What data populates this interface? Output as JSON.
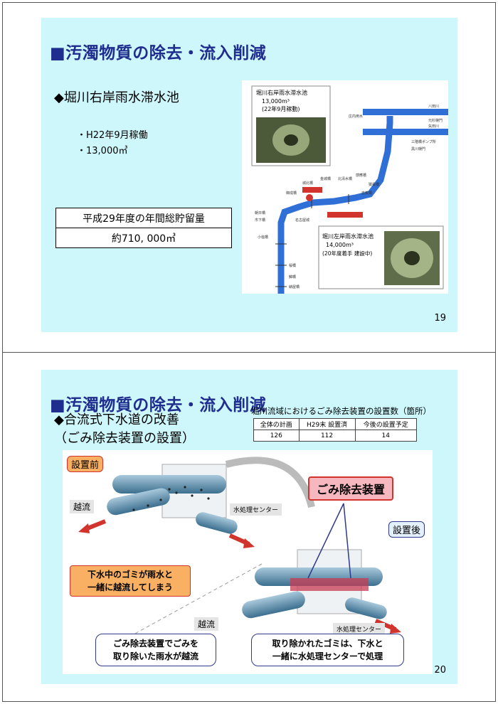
{
  "slide1": {
    "title": "■汚濁物質の除去・流入削減",
    "heading": "◆堀川右岸雨水滞水池",
    "bullets": [
      "・H22年9月稼働",
      "・13,000㎥"
    ],
    "table_header": "平成29年度の年間総貯留量",
    "table_value": "約710, 000㎥",
    "page_number": "19",
    "map": {
      "right_pond_name": "堀川右岸雨水滞水池",
      "right_pond_capacity": "13,000m³",
      "right_pond_status": "(22年9月稼動)",
      "left_pond_name": "堀川左岸雨水滞水池",
      "left_pond_capacity": "14,000m³",
      "left_pond_status": "(20年度着手 建設中)",
      "bridges": [
        "御成橋",
        "城北橋",
        "金城橋",
        "北清水橋",
        "感應橋",
        "猿投橋",
        "志賀橋",
        "朝日橋",
        "市下橋",
        "名古屋城",
        "小塩橋",
        "桜橋",
        "錦橋",
        "納屋橋"
      ],
      "upstream_labels": [
        "八田川",
        "庄内用水",
        "矢田川",
        "元杉樋門",
        "三階橋ポンプ所",
        "黒川樋門"
      ]
    }
  },
  "slide2": {
    "title": "■汚濁物質の除去・流入削減",
    "heading_1": "◆合流式下水道の改善",
    "heading_2": "（ごみ除去装置の設置）",
    "count_caption": "堀川流域におけるごみ除去装置の設置数（箇所）",
    "count_table": {
      "headers": [
        "全体の計画",
        "H29末 設置済",
        "今後の設置予定"
      ],
      "values": [
        "126",
        "112",
        "14"
      ]
    },
    "diagram": {
      "before_label": "設置前",
      "after_label": "設置後",
      "device_label": "ごみ除去装置",
      "overflow_top": "越流",
      "overflow_bottom": "越流",
      "center_top": "水処理センター",
      "center_bottom": "水処理センター",
      "note_before_1": "下水中のゴミが雨水と",
      "note_before_2": "一緒に越流してしまう",
      "note_after_1": "ごみ除去装置でごみを",
      "note_after_2": "取り除いた雨水が越流",
      "note_center_1": "取り除かれたゴミは、下水と",
      "note_center_2": "一緒に水処理センターで処理"
    },
    "page_number": "20"
  },
  "colors": {
    "slide_background": "#cdf7fb",
    "title_blue": "#1f2d8f",
    "river_blue": "#2f6fd6",
    "callout_orange": "#f9b062",
    "device_pink": "#f7b7bf",
    "arrow_red": "#d0342c"
  }
}
